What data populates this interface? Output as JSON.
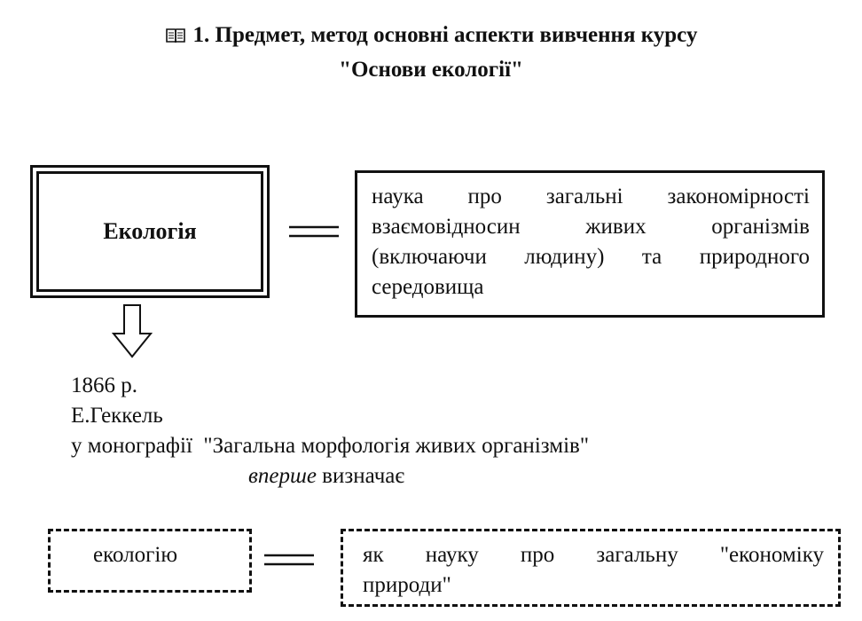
{
  "heading": {
    "icon": "book-icon",
    "line1": "1. Предмет, метод основні аспекти вивчення курсу",
    "line2": "\"Основи екології\""
  },
  "term_box": {
    "label": "Екологія"
  },
  "definition_box": {
    "text": "наука про загальні закономірності взаємовідносин живих організмів (включаючи людину) та природного середовища"
  },
  "notes": {
    "year": "1866 р.",
    "author": "Е.Геккель",
    "monograph_prefix": "у монографії",
    "monograph_title": "\"Загальна морфологія живих організмів\"",
    "emphasis": "вперше",
    "verb": "визначає"
  },
  "bottom": {
    "left_label": "екологію",
    "right_line1": "як науку про загальну \"економіку",
    "right_line2": "природи\""
  }
}
